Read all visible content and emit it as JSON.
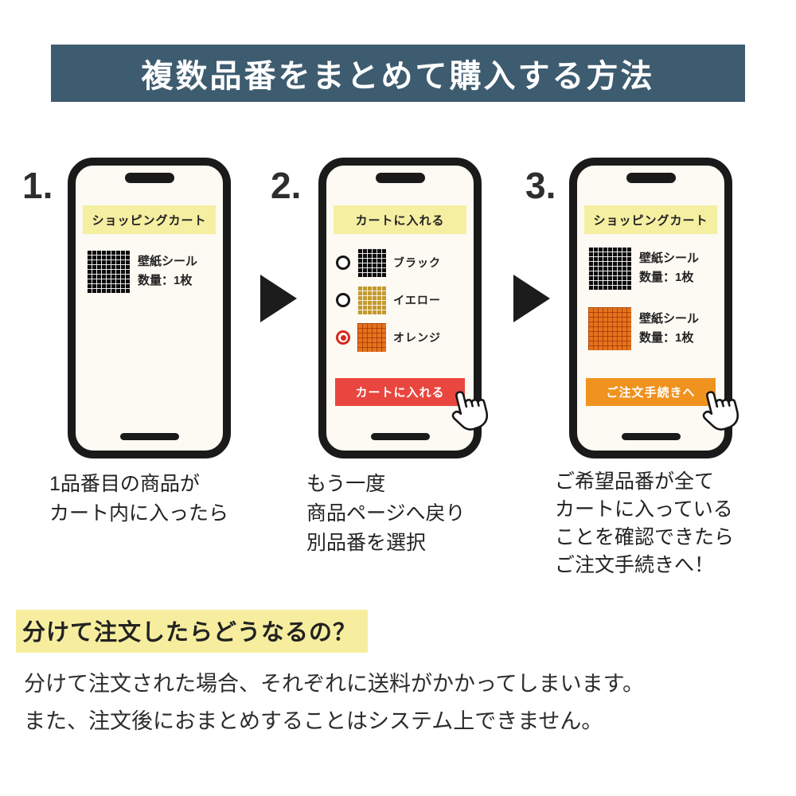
{
  "banner": {
    "title": "複数品番をまとめて購入する方法"
  },
  "steps": [
    {
      "number": "1.",
      "screen_title": "ショッピングカート",
      "items": [
        {
          "swatch": "black-grid-swatch",
          "line1": "壁紙シール",
          "line2": "数量：1枚"
        }
      ],
      "caption_lines": [
        "1品番目の商品が",
        "カート内に入ったら"
      ]
    },
    {
      "number": "2.",
      "screen_title": "カートに入れる",
      "options": [
        {
          "swatch": "black-grid-swatch",
          "label": "ブラック",
          "selected": false
        },
        {
          "swatch": "yellow-grid-swatch",
          "label": "イエロー",
          "selected": false
        },
        {
          "swatch": "orange-grid-swatch",
          "label": "オレンジ",
          "selected": true
        }
      ],
      "button_label": "カートに入れる",
      "caption_lines": [
        "もう一度",
        "商品ページへ戻り",
        "別品番を選択"
      ]
    },
    {
      "number": "3.",
      "screen_title": "ショッピングカート",
      "items": [
        {
          "swatch": "black-grid-swatch",
          "line1": "壁紙シール",
          "line2": "数量：1枚"
        },
        {
          "swatch": "orange-grid-swatch",
          "line1": "壁紙シール",
          "line2": "数量：1枚"
        }
      ],
      "button_label": "ご注文手続きへ",
      "caption_lines": [
        "ご希望品番が全て",
        "カートに入っている",
        "ことを確認できたら",
        "ご注文手続きへ！"
      ]
    }
  ],
  "footer": {
    "heading": "分けて注文したらどうなるの？",
    "body_lines": [
      "分けて注文された場合、それぞれに送料がかかってしまいます。",
      "また、注文後におまとめすることはシステム上できません。"
    ]
  },
  "colors": {
    "banner_bg": "#3e5c70",
    "screen_header_bg": "#f5efa2",
    "add_to_cart_button": "#e8463f",
    "checkout_button": "#f0921e",
    "heading_highlight": "#f6ee9e",
    "selected_radio": "#d42a1e"
  }
}
